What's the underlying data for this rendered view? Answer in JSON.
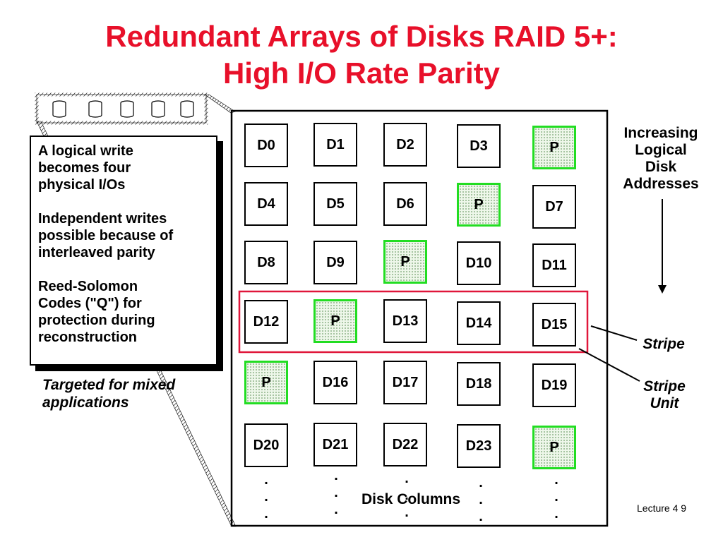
{
  "title": {
    "line1": "Redundant Arrays of Disks RAID 5+:",
    "line2": "High I/O Rate Parity"
  },
  "notes": [
    "A logical write\nbecomes four\nphysical I/Os",
    "Independent writes\npossible because of\ninterleaved parity",
    "Reed-Solomon\nCodes (\"Q\") for\nprotection during\nreconstruction"
  ],
  "targeted_note": "Targeted for mixed\napplications",
  "grid": {
    "rows": [
      [
        "D0",
        "D1",
        "D2",
        "D3",
        "P"
      ],
      [
        "D4",
        "D5",
        "D6",
        "P",
        "D7"
      ],
      [
        "D8",
        "D9",
        "P",
        "D10",
        "D11"
      ],
      [
        "D12",
        "P",
        "D13",
        "D14",
        "D15"
      ],
      [
        "P",
        "D16",
        "D17",
        "D18",
        "D19"
      ],
      [
        "D20",
        "D21",
        "D22",
        "D23",
        "P"
      ]
    ],
    "parity_label": "P"
  },
  "labels": {
    "increasing": "Increasing\nLogical\nDisk\nAddresses",
    "stripe": "Stripe",
    "stripe_unit": "Stripe\nUnit",
    "disk_columns": "Disk Columns",
    "footer": "Lecture 4  9"
  },
  "colors": {
    "title": "#e8102a",
    "stripe_box": "#e0163a",
    "parity_border": "#22dd22"
  }
}
